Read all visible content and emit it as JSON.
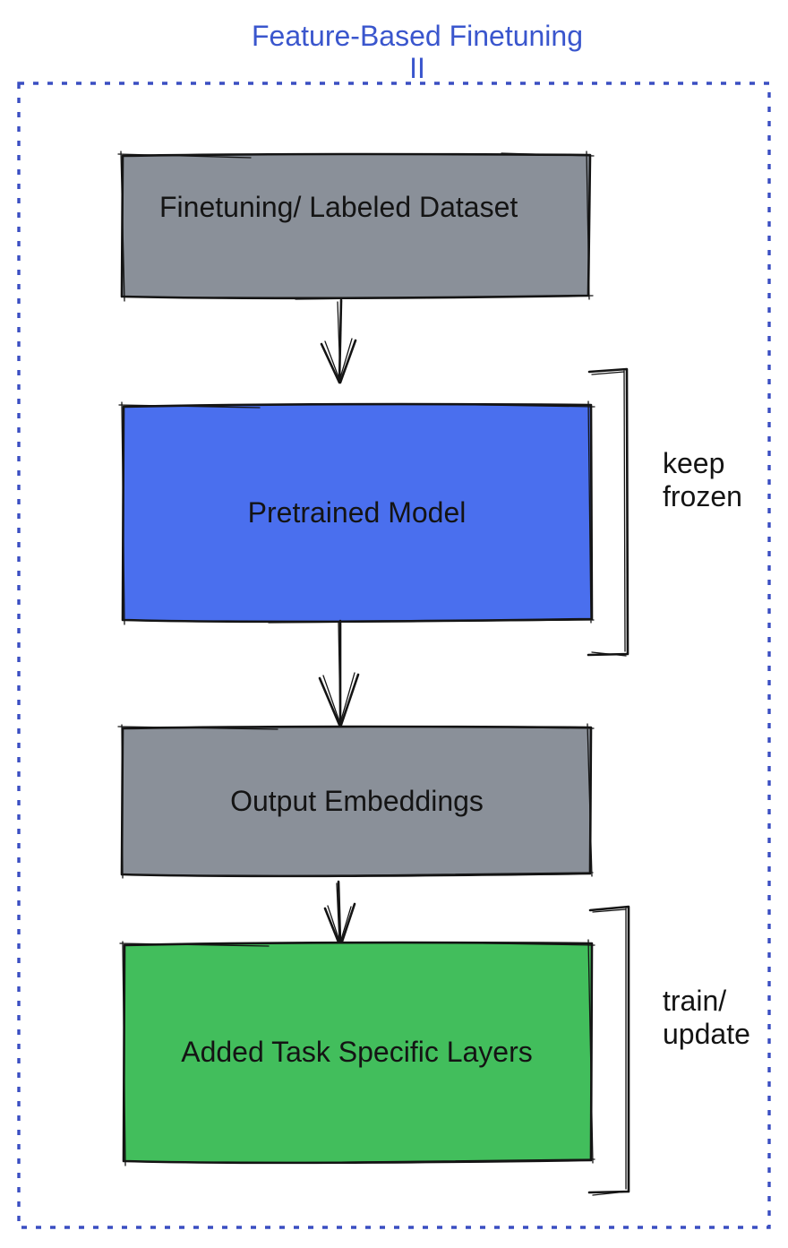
{
  "title": "Feature-Based Finetuning II",
  "diagram": {
    "boxes": [
      {
        "id": "dataset",
        "label": "Finetuning/ Labeled Dataset"
      },
      {
        "id": "pretrained",
        "label": "Pretrained Model"
      },
      {
        "id": "embeddings",
        "label": "Output Embeddings"
      },
      {
        "id": "task_layers",
        "label": "Added Task Specific Layers"
      }
    ],
    "annotations": [
      {
        "id": "keep_frozen",
        "line1": "keep",
        "line2": "frozen"
      },
      {
        "id": "train_update",
        "line1": "train/",
        "line2": "update"
      }
    ],
    "arrows": [
      {
        "from": "dataset",
        "to": "pretrained"
      },
      {
        "from": "pretrained",
        "to": "embeddings"
      },
      {
        "from": "embeddings",
        "to": "task_layers"
      }
    ]
  },
  "colors": {
    "title_blue": "#3A56CD",
    "border_blue": "#3A4EC2",
    "box_gray": "#8A9099",
    "box_blue": "#4A6FEE",
    "box_green": "#42BE5C",
    "stroke_black": "#141414",
    "label_text": "#141414"
  }
}
